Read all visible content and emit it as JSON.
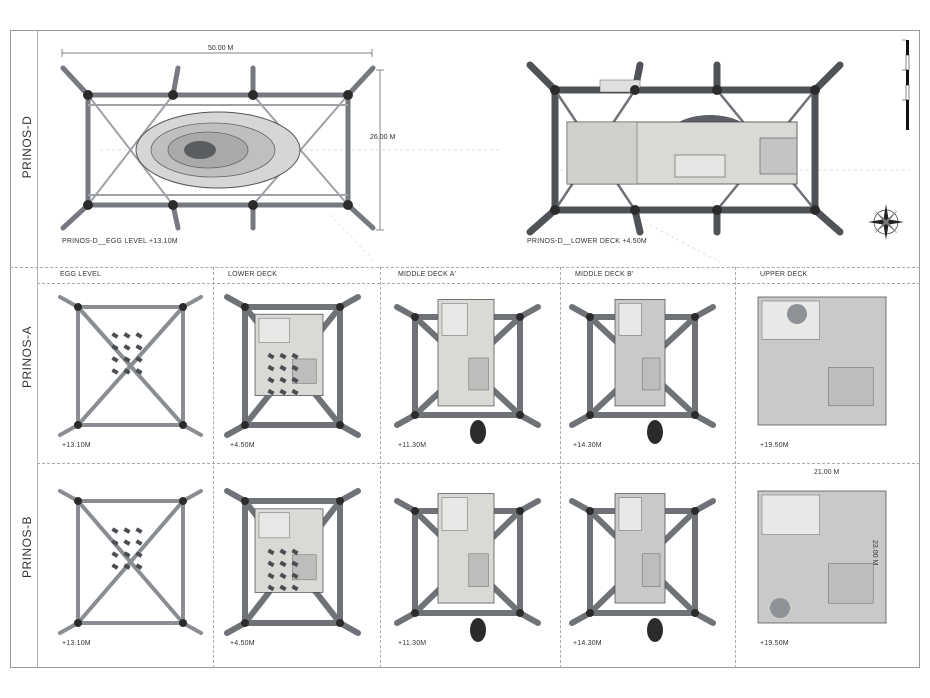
{
  "rows": {
    "d": "PRINOS-D",
    "a": "PRINOS-A",
    "b": "PRINOS-B"
  },
  "top": {
    "left_caption": "PRINOS-D__EGG LEVEL +13.10M",
    "right_caption": "PRINOS-D__LOWER DECK +4.50M",
    "width_dim": "50.00 M",
    "depth_dim": "26.00 M"
  },
  "columns": [
    "EGG LEVEL",
    "LOWER DECK",
    "MIDDLE DECK A'",
    "MIDDLE DECK B'",
    "UPPER DECK"
  ],
  "a_levels": [
    "+13.10M",
    "+4.50M",
    "+11.30M",
    "+14.30M",
    "+19.50M"
  ],
  "b_levels": [
    "+13.10M",
    "+4.50M",
    "+11.30M",
    "+14.30M",
    "+19.50M"
  ],
  "b_upper_dims": {
    "width": "21.00 M",
    "depth": "23.00 M"
  },
  "colors": {
    "steel": "#6f7378",
    "node": "#2b2b2b",
    "deck": "#d9d9d6",
    "egg": "#c9c9c9",
    "dark": "#4a4d52"
  }
}
